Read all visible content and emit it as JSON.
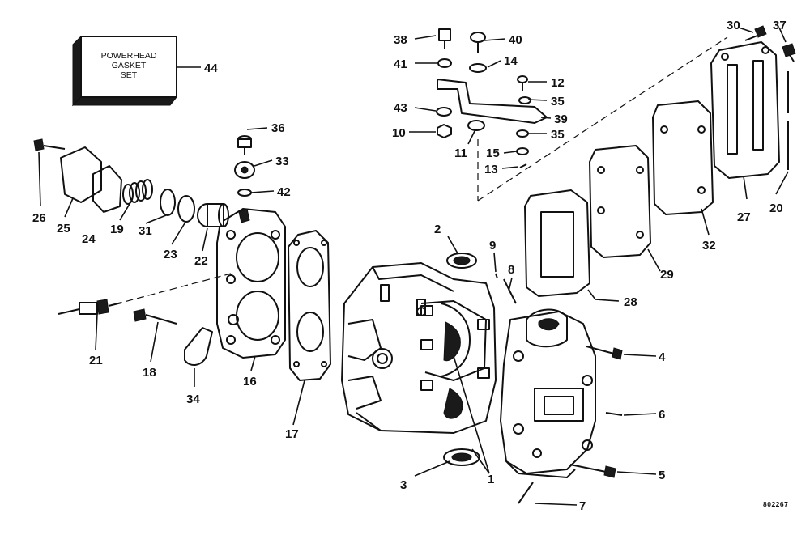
{
  "gasket_box": {
    "line1": "POWERHEAD",
    "line2": "GASKET",
    "line3": "SET"
  },
  "figure_code": "802267",
  "callouts": {
    "p1": "1",
    "p2": "2",
    "p3": "3",
    "p4": "4",
    "p5": "5",
    "p6": "6",
    "p7": "7",
    "p8": "8",
    "p9": "9",
    "p10": "10",
    "p11": "11",
    "p12": "12",
    "p13": "13",
    "p14": "14",
    "p15": "15",
    "p16": "16",
    "p17": "17",
    "p18": "18",
    "p19": "19",
    "p20": "20",
    "p21": "21",
    "p22": "22",
    "p23": "23",
    "p24": "24",
    "p25": "25",
    "p26": "26",
    "p27": "27",
    "p28": "28",
    "p29": "29",
    "p30": "30",
    "p31": "31",
    "p32": "32",
    "p33": "33",
    "p34": "34",
    "p35a": "35",
    "p35b": "35",
    "p36": "36",
    "p37": "37",
    "p38": "38",
    "p39": "39",
    "p40": "40",
    "p41": "41",
    "p42": "42",
    "p43": "43",
    "p44": "44"
  }
}
